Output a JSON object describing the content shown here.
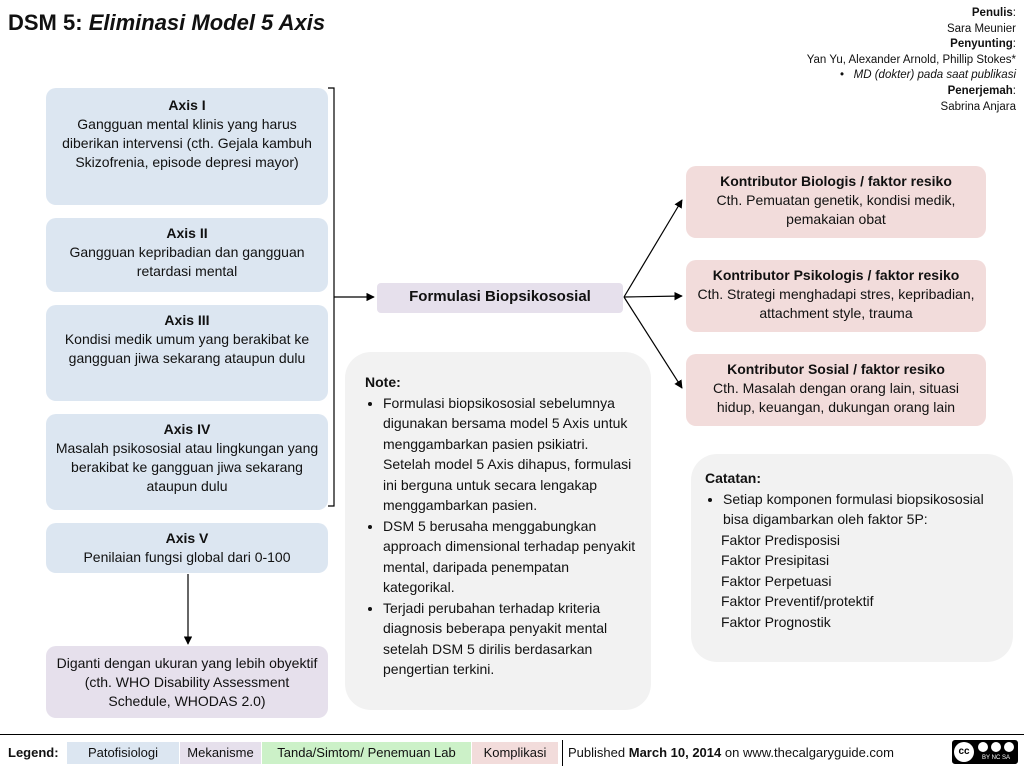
{
  "title": {
    "main": "DSM 5:",
    "sub": "Eliminasi Model 5 Axis"
  },
  "authors": {
    "writer_label": "Penulis",
    "writer": "Sara Meunier",
    "editor_label": "Penyunting",
    "editors": "Yan Yu, Alexander Arnold, Phillip Stokes*",
    "editor_note": "MD (dokter) pada saat publikasi",
    "translator_label": "Penerjemah",
    "translator": "Sabrina Anjara"
  },
  "axes": [
    {
      "heading": "Axis I",
      "text": "Gangguan mental klinis yang harus diberikan intervensi (cth. Gejala kambuh Skizofrenia, episode depresi mayor)"
    },
    {
      "heading": "Axis II",
      "text": "Gangguan kepribadian dan gangguan retardasi mental"
    },
    {
      "heading": "Axis III",
      "text": "Kondisi medik umum yang berakibat ke gangguan jiwa sekarang ataupun dulu"
    },
    {
      "heading": "Axis IV",
      "text": "Masalah psikososial atau lingkungan yang berakibat ke gangguan jiwa sekarang ataupun dulu"
    },
    {
      "heading": "Axis V",
      "text": "Penilaian fungsi global dari 0-100"
    }
  ],
  "replacement": "Diganti dengan ukuran yang lebih obyektif (cth. WHO Disability Assessment Schedule, WHODAS 2.0)",
  "center": "Formulasi Biopsikososial",
  "contributors": [
    {
      "heading": "Kontributor Biologis / faktor resiko",
      "text": "Cth. Pemuatan genetik, kondisi medik, pemakaian obat"
    },
    {
      "heading": "Kontributor Psikologis / faktor resiko",
      "text": "Cth. Strategi menghadapi stres, kepribadian, attachment style, trauma"
    },
    {
      "heading": "Kontributor Sosial / faktor resiko",
      "text": "Cth. Masalah dengan orang lain, situasi hidup, keuangan, dukungan orang lain"
    }
  ],
  "note": {
    "heading": "Note:",
    "bullets": [
      "Formulasi biopsikososial sebelumnya digunakan bersama model 5 Axis untuk menggambarkan pasien psikiatri. Setelah model 5 Axis dihapus, formulasi ini berguna untuk secara lengakap menggambarkan pasien.",
      "DSM 5 berusaha menggabungkan approach dimensional terhadap penyakit mental, daripada penempatan kategorikal.",
      "Terjadi perubahan terhadap kriteria diagnosis beberapa penyakit mental setelah DSM 5 dirilis berdasarkan pengertian terkini."
    ]
  },
  "catatan": {
    "heading": "Catatan:",
    "bullet": "Setiap komponen formulasi biopsikososial bisa digambarkan oleh faktor 5P:",
    "items": [
      "Faktor Predisposisi",
      "Faktor Presipitasi",
      "Faktor Perpetuasi",
      "Faktor Preventif/protektif",
      "Faktor Prognostik"
    ]
  },
  "legend": {
    "label": "Legend:",
    "items": [
      {
        "text": "Patofisiologi",
        "color": "#dce6f1"
      },
      {
        "text": "Mekanisme",
        "color": "#e6e0ec"
      },
      {
        "text": "Tanda/Simtom/ Penemuan Lab",
        "color": "#ccf1c8"
      },
      {
        "text": "Komplikasi",
        "color": "#f2dcdb"
      }
    ],
    "published_prefix": "Published",
    "published_date": "March 10, 2014",
    "published_suffix": "on www.thecalgaryguide.com",
    "license_cc": "cc",
    "license_terms": "BY NC SA"
  }
}
